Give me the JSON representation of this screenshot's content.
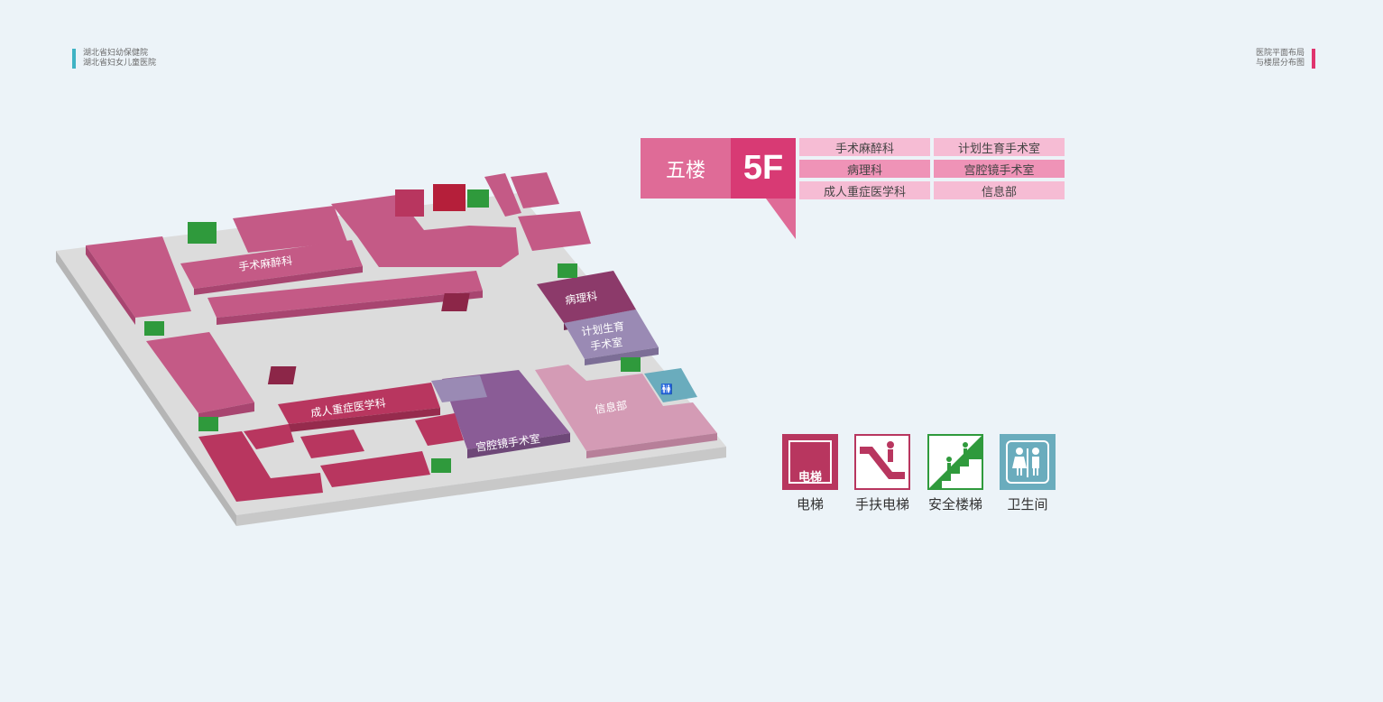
{
  "header": {
    "org_line1": "湖北省妇幼保健院",
    "org_line2": "湖北省妇女儿童医院",
    "title_line1": "医院平面布局",
    "title_line2": "与楼层分布图"
  },
  "floor": {
    "name_cn": "五楼",
    "code": "5F"
  },
  "departments": [
    "手术麻醉科",
    "计划生育手术室",
    "病理科",
    "宫腔镜手术室",
    "成人重症医学科",
    "信息部"
  ],
  "map_labels": {
    "surgery": "手术麻醉科",
    "pathology": "病理科",
    "family_planning_1": "计划生育",
    "family_planning_2": "手术室",
    "icu": "成人重症医学科",
    "hysteroscopy": "宫腔镜手术室",
    "info": "信息部"
  },
  "legend": {
    "elevator_icon_text": "电梯",
    "elevator": "电梯",
    "escalator": "手扶电梯",
    "stairs": "安全楼梯",
    "restroom": "卫生间"
  },
  "colors": {
    "dark_magenta": "#b8365f",
    "magenta": "#c45a86",
    "pink": "#df6b97",
    "plum": "#8c3a6a",
    "lavender": "#9a8ab4",
    "purple": "#8a5c96",
    "light_pink": "#d49bb5",
    "green": "#2f9a3c",
    "teal": "#6aacbd"
  },
  "icons": [
    "elevator-icon",
    "escalator-icon",
    "stairs-icon",
    "restroom-icon"
  ]
}
